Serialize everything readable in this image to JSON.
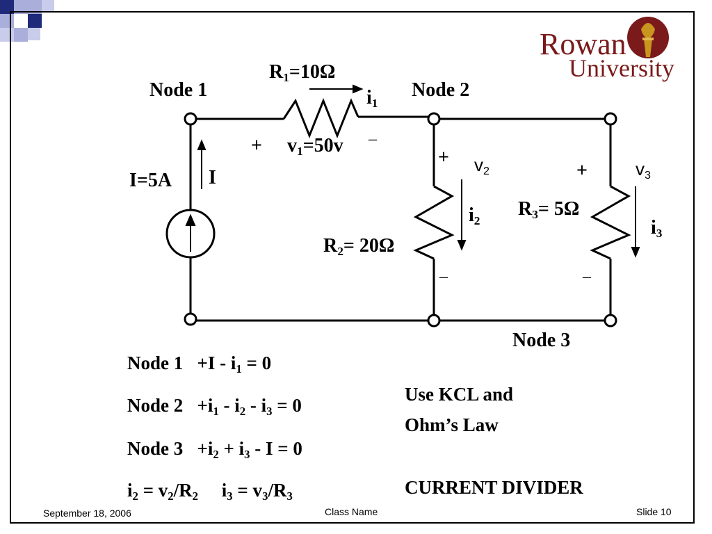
{
  "logo": {
    "line1": "Rowan",
    "line2": "University",
    "colors": {
      "maroon": "#7a1a1a",
      "gold": "#c8961e"
    }
  },
  "corner_colors": {
    "dark": "#1f2a7a",
    "light": "#a9aedb"
  },
  "circuit": {
    "node1": "Node 1",
    "node2": "Node 2",
    "node3": "Node 3",
    "r1": {
      "main": "R",
      "sub": "1",
      "rest": "=10Ω"
    },
    "i1": {
      "main": "i",
      "sub": "1"
    },
    "v1": {
      "plus": "+",
      "main": "v",
      "sub": "1",
      "rest": "=50v",
      "minus": "–"
    },
    "source": {
      "value": "I=5A",
      "arrow_label": "I"
    },
    "r2": {
      "main": "R",
      "sub": "2",
      "rest": "= 20Ω",
      "plus": "+",
      "minus": "–"
    },
    "v2": {
      "main": "v",
      "sub": "2"
    },
    "i2": {
      "main": "i",
      "sub": "2"
    },
    "r3": {
      "main": "R",
      "sub": "3",
      "rest": "= 5Ω",
      "plus": "+",
      "minus": "–"
    },
    "v3": {
      "main": "v",
      "sub": "3"
    },
    "i3": {
      "main": "i",
      "sub": "3"
    }
  },
  "equations": {
    "node1": {
      "label": "Node 1",
      "a": "+I - i",
      "a_sub": "1",
      "b": " = 0"
    },
    "node2": {
      "label": "Node 2",
      "a": "+i",
      "a_sub": "1",
      "b": " - i",
      "b_sub": "2",
      "c": " - i",
      "c_sub": "3",
      "d": " = 0"
    },
    "node3": {
      "label": "Node 3",
      "a": "+i",
      "a_sub": "2",
      "b": " + i",
      "b_sub": "3",
      "c": " - I = 0"
    },
    "ohm": {
      "a": "i",
      "a_sub": "2",
      "b": " = v",
      "b_sub": "2",
      "c": "/R",
      "c_sub": "2",
      "d": "i",
      "d_sub": "3",
      "e": " = v",
      "e_sub": "3",
      "f": "/R",
      "f_sub": "3"
    }
  },
  "notes": {
    "line1": "Use KCL and",
    "line2": "Ohm’s Law",
    "line3": "CURRENT DIVIDER"
  },
  "footer": {
    "date": "September 18, 2006",
    "course": "Class Name",
    "slide": "Slide 10"
  }
}
